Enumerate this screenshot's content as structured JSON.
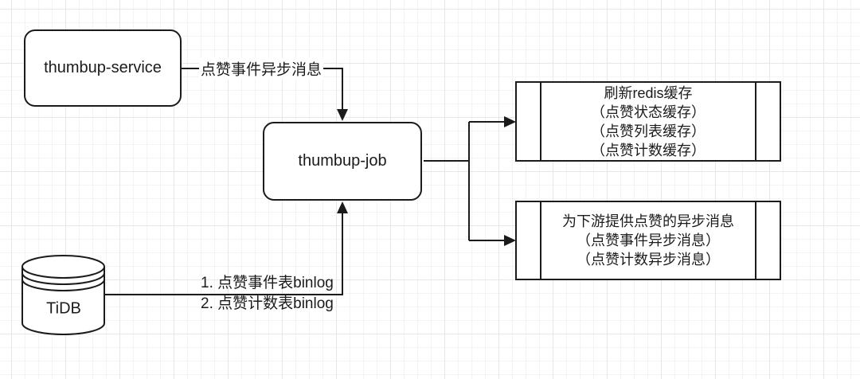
{
  "diagram": {
    "nodes": {
      "service": {
        "label": "thumbup-service"
      },
      "job": {
        "label": "thumbup-job"
      },
      "tidb": {
        "label": "TiDB"
      }
    },
    "processes": {
      "redis_cache": {
        "lines": [
          "刷新redis缓存",
          "（点赞状态缓存）",
          "（点赞列表缓存）",
          "（点赞计数缓存）"
        ]
      },
      "downstream": {
        "lines": [
          "为下游提供点赞的异步消息",
          "（点赞事件异步消息）",
          "（点赞计数异步消息）"
        ]
      }
    },
    "edges": {
      "service_to_job": {
        "label": "点赞事件异步消息"
      },
      "tidb_to_job": {
        "label_line1": "1. 点赞事件表binlog",
        "label_line2": "2. 点赞计数表binlog"
      }
    },
    "colors": {
      "stroke": "#1b1b1b",
      "node_fill": "#ffffff",
      "grid_minor": "#f4f4f6",
      "grid_major": "#e7e7ea"
    }
  }
}
